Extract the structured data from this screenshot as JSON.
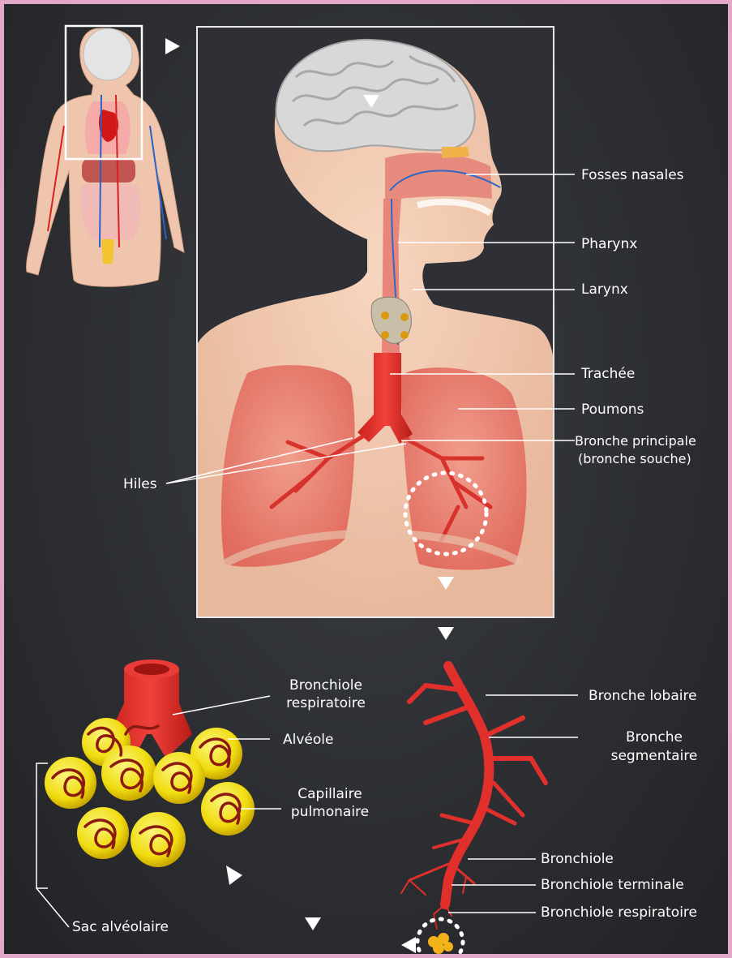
{
  "colors": {
    "background": "#2b2d31",
    "frame_border": "#e3a8c8",
    "lung_red": "#e0443f",
    "skin": "#f2c9b0",
    "alveoli_yellow": "#f2e600",
    "capillary_red": "#8b1a12"
  },
  "labels": {
    "fosses_nasales": "Fosses nasales",
    "pharynx": "Pharynx",
    "larynx": "Larynx",
    "trachee": "Trachée",
    "poumons": "Poumons",
    "bronche_principale": "Bronche principale",
    "bronche_souche": "(bronche souche)",
    "hiles": "Hiles",
    "bronchiole_respiratoire_1": "Bronchiole",
    "bronchiole_respiratoire_2": "respiratoire",
    "alveole": "Alvéole",
    "capillaire_1": "Capillaire",
    "capillaire_2": "pulmonaire",
    "sac_alveolaire": "Sac alvéolaire",
    "bronche_lobaire": "Bronche lobaire",
    "bronche_segmentaire_1": "Bronche",
    "bronche_segmentaire_2": "segmentaire",
    "bronchiole": "Bronchiole",
    "bronchiole_terminale": "Bronchiole terminale",
    "bronchiole_respiratoire_tree": "Bronchiole respiratoire"
  },
  "icons": {
    "nav_arrows": [
      "play-right-icon",
      "play-down-icon",
      "play-left-icon"
    ]
  }
}
